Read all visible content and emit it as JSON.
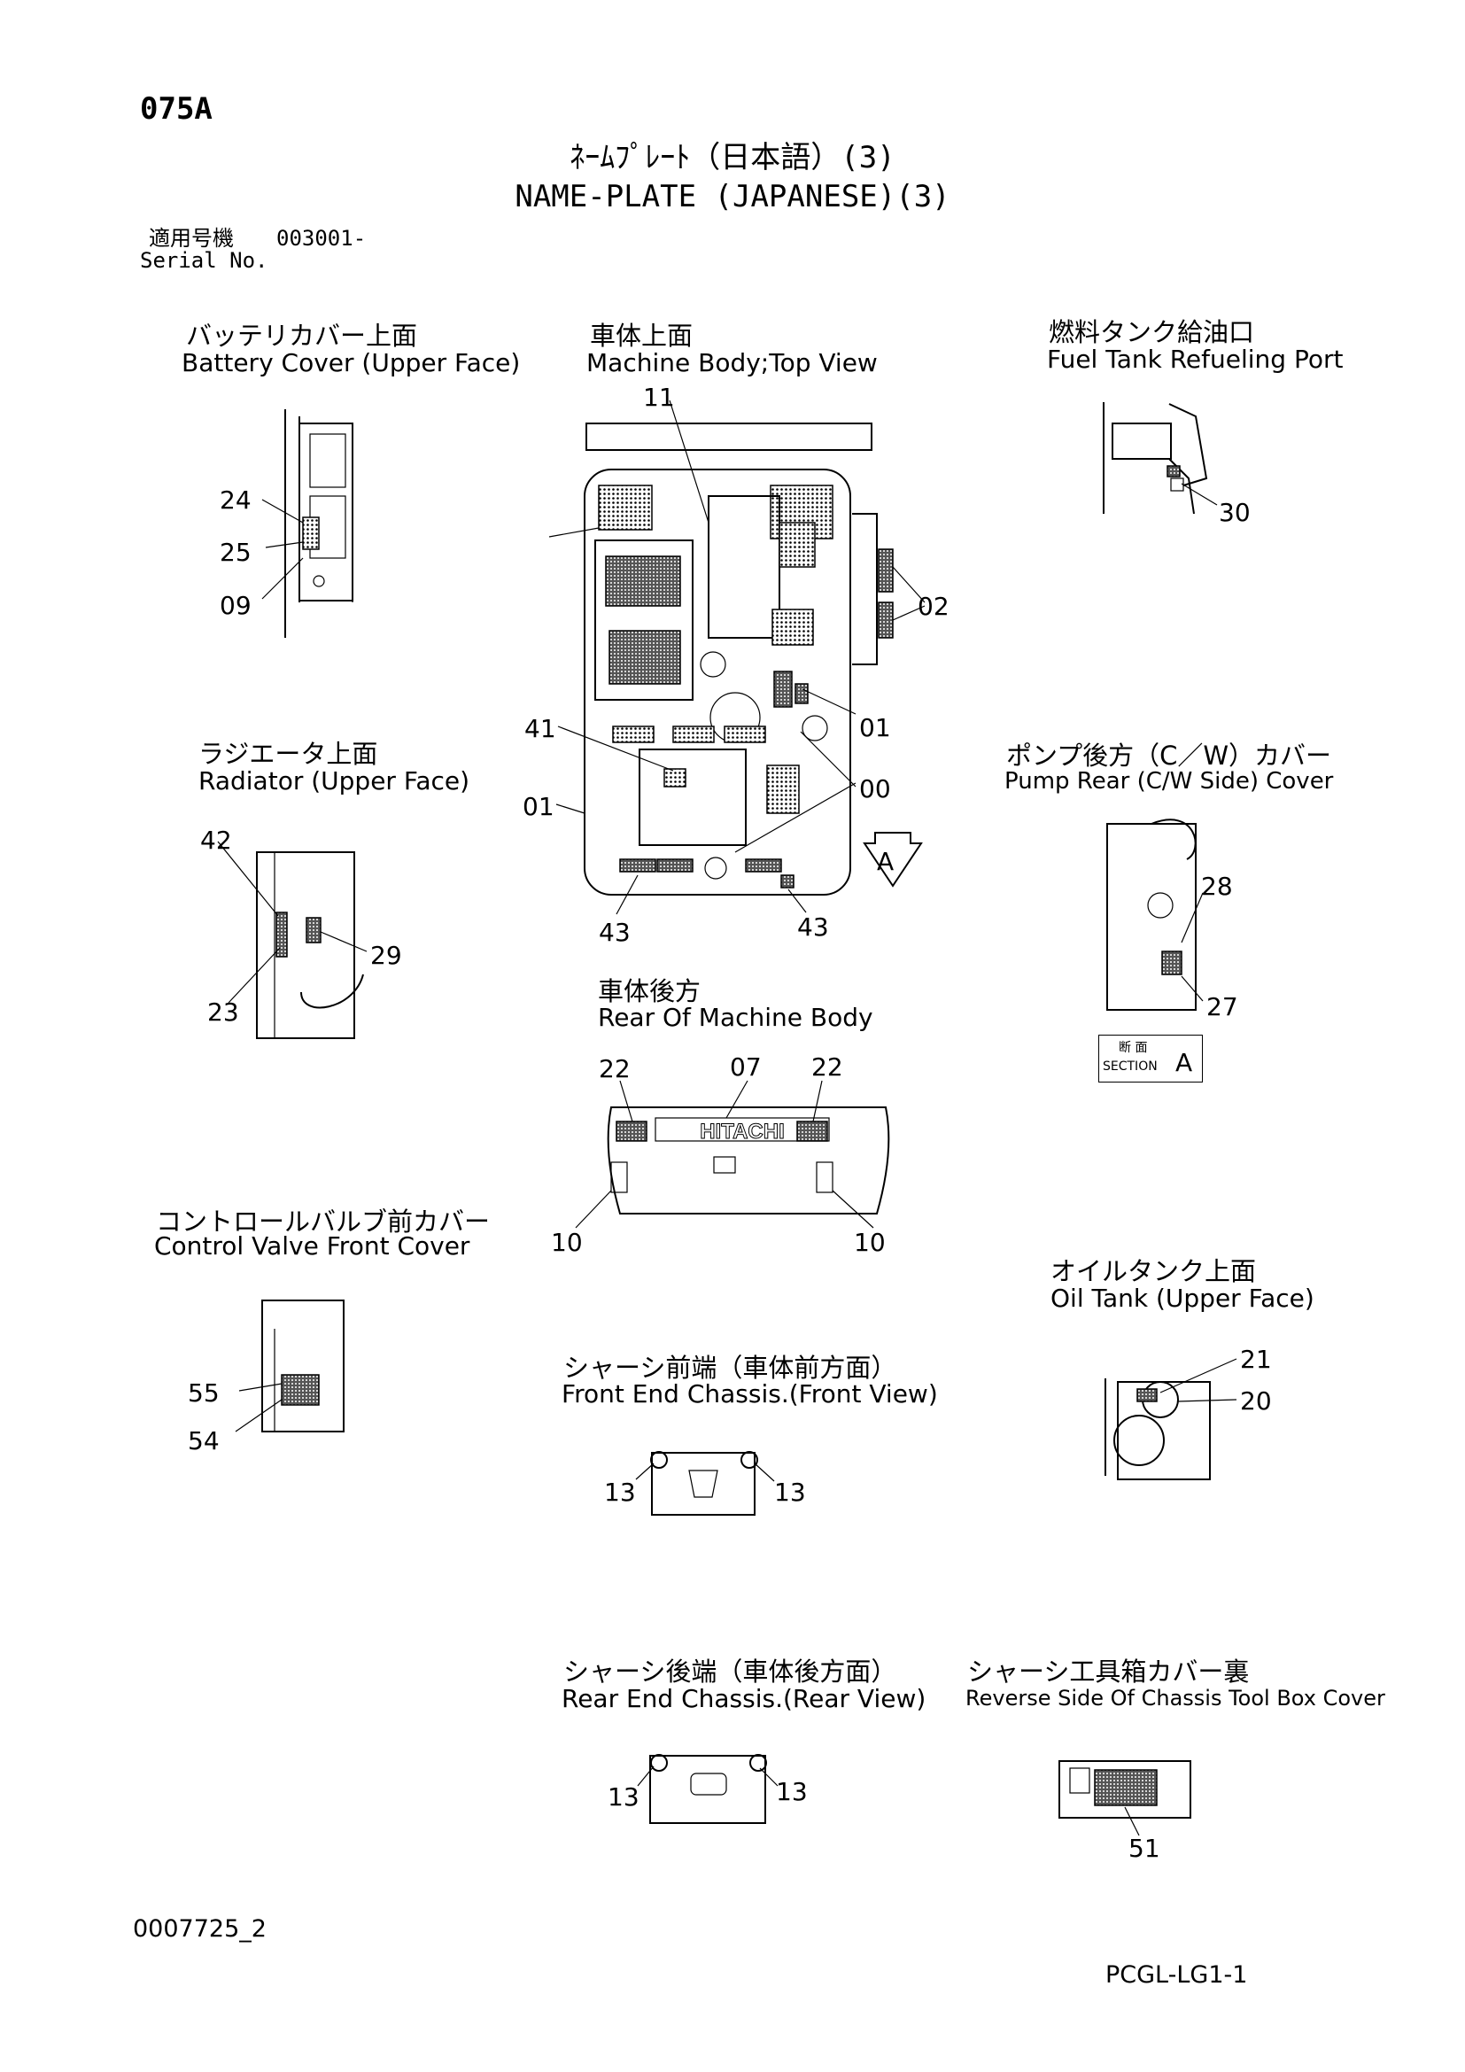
{
  "header": {
    "code": "075A",
    "title_jp": "ﾈｰﾑﾌﾟﾚｰﾄ（日本語）(3)",
    "title_en": "NAME-PLATE (JAPANESE)(3)",
    "serial_jp": "適用号機",
    "serial_value": "003001-",
    "serial_en": "Serial No."
  },
  "views": {
    "battery_cover": {
      "jp": "バッテリカバー上面",
      "en": "Battery Cover (Upper Face)",
      "numbers": [
        "24",
        "25",
        "09"
      ]
    },
    "machine_body_top": {
      "jp": "車体上面",
      "en": "Machine Body;Top View",
      "numbers": [
        "11",
        "02",
        "01",
        "41",
        "01",
        "00",
        "43",
        "43"
      ],
      "arrow_label": "A"
    },
    "fuel_tank": {
      "jp": "燃料タンク給油口",
      "en": "Fuel Tank Refueling Port",
      "numbers": [
        "30"
      ]
    },
    "radiator": {
      "jp": "ラジエータ上面",
      "en": "Radiator (Upper Face)",
      "numbers": [
        "42",
        "29",
        "23"
      ]
    },
    "pump_rear": {
      "jp": "ポンプ後方（C／W）カバー",
      "en": "Pump Rear (C/W Side) Cover",
      "numbers": [
        "28",
        "27"
      ],
      "section_jp": "断 面",
      "section_en": "SECTION",
      "section_letter": "A"
    },
    "rear_machine_body": {
      "jp": "車体後方",
      "en": "Rear Of Machine Body",
      "numbers": [
        "22",
        "07",
        "22",
        "10",
        "10"
      ],
      "logo_text": "HITACHI"
    },
    "control_valve": {
      "jp": "コントロールバルブ前カバー",
      "en": "Control Valve Front Cover",
      "numbers": [
        "55",
        "54"
      ]
    },
    "oil_tank": {
      "jp": "オイルタンク上面",
      "en": "Oil Tank (Upper Face)",
      "numbers": [
        "21",
        "20"
      ]
    },
    "front_end_chassis": {
      "jp": "シャーシ前端（車体前方面）",
      "en": "Front End Chassis.(Front View)",
      "numbers": [
        "13",
        "13"
      ]
    },
    "rear_end_chassis": {
      "jp": "シャーシ後端（車体後方面）",
      "en": "Rear End Chassis.(Rear View)",
      "numbers": [
        "13",
        "13"
      ]
    },
    "tool_box_cover": {
      "jp": "シャーシ工具箱カバー裏",
      "en": "Reverse Side Of Chassis Tool Box Cover",
      "numbers": [
        "51"
      ]
    }
  },
  "footer": {
    "drawing_no": "0007725_2",
    "page_ref": "PCGL-LG1-1"
  }
}
